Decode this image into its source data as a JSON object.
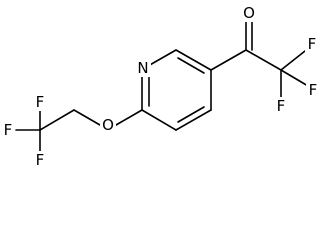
{
  "molecule": {
    "atoms": {
      "N1": "N",
      "O_carbonyl": "O",
      "O_ether": "O",
      "F_a1": "F",
      "F_a2": "F",
      "F_a3": "F",
      "F_b1": "F",
      "F_b2": "F",
      "F_b3": "F"
    }
  }
}
